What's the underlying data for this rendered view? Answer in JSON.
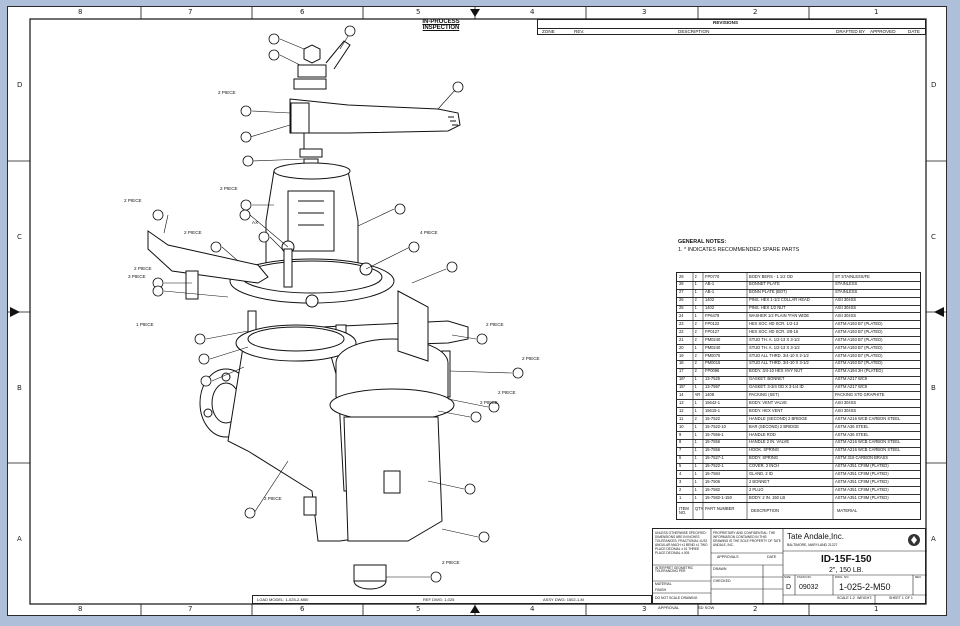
{
  "zones": {
    "columns": [
      "8",
      "7",
      "6",
      "5",
      "4",
      "3",
      "2",
      "1"
    ],
    "rows": [
      "D",
      "C",
      "B",
      "A"
    ]
  },
  "inspection": {
    "line1": "IN-PROCESS",
    "line2": "INSPECTION"
  },
  "revisions": {
    "title": "REVISIONS",
    "headers": {
      "zone": "ZONE",
      "rev": "REV.",
      "description": "DESCRIPTION",
      "drafted": "DRAFTED BY",
      "approved": "APPROVED",
      "date": "DATE"
    }
  },
  "general_notes": {
    "title": "GENERAL NOTES:",
    "line1": "1.  * INDICATES RECOMMENDED SPARE PARTS"
  },
  "callouts": {
    "piece_2": "2 PIECE",
    "piece_4": "4 PIECE",
    "piece_3": "3 PIECE",
    "piece_1": "1 PIECE",
    "ax": "AX"
  },
  "bom": {
    "header": {
      "item": "ITEM NO.",
      "qty": "QTY",
      "part": "PART NUMBER",
      "description": "DESCRIPTION",
      "material": "MATERIAL"
    },
    "rows": [
      {
        "item": "29",
        "qty": "2",
        "part": "FP0770",
        "desc": "BODY BERS - 1 1/2 OD",
        "mat": "ST STAINLESS/FE"
      },
      {
        "item": "28",
        "qty": "1",
        "part": "AB-1",
        "desc": "BONNET PLATE",
        "mat": "STAINLESS"
      },
      {
        "item": "27",
        "qty": "1",
        "part": "AB-1",
        "desc": "BONN PLATE (BOT)",
        "mat": "STAINLESS"
      },
      {
        "item": "26",
        "qty": "2",
        "part": "1402",
        "desc": "PINS. HEX 1-1/2 COLLAR HEAD",
        "mat": "AISI 304SS"
      },
      {
        "item": "25",
        "qty": "1",
        "part": "1402",
        "desc": "PINS. HEX 1/2 NUT",
        "mat": "AISI 304SS"
      },
      {
        "item": "24",
        "qty": "1",
        "part": "FP6478",
        "desc": "WASHER 1/2 PLAIN *FAN WIDE",
        "mat": "AISI 304SS"
      },
      {
        "item": "23",
        "qty": "2",
        "part": "FP0122",
        "desc": "HEX SOC HD SCR. 1/2-13",
        "mat": "ASTM A193 B7 (PLATED)"
      },
      {
        "item": "22",
        "qty": "2",
        "part": "FP0127",
        "desc": "HEX SOC HD SCR. 3/8-16",
        "mat": "ASTM A193 B7 (PLATED)"
      },
      {
        "item": "21",
        "qty": "2",
        "part": "PM0240",
        "desc": "STUD TH. A. 1/2-13 X 3-1/2",
        "mat": "ASTM A193 B7 (PLATED)"
      },
      {
        "item": "20",
        "qty": "1",
        "part": "PM0240",
        "desc": "STUD TH. A. 1/2-13 X 3-1/2",
        "mat": "ASTM A193 B7 (PLATED)"
      },
      {
        "item": "19",
        "qty": "2",
        "part": "PM0075",
        "desc": "STUD ALL THRD. 3/4-10 X 2-1/2",
        "mat": "ASTM A193 B7 (PLATED)"
      },
      {
        "item": "18",
        "qty": "2",
        "part": "PM0015",
        "desc": "STUD ALL THRD. 3/4-10 X 3-1/2",
        "mat": "ASTM A193 B7 (PLATED)"
      },
      {
        "item": "17",
        "qty": "2",
        "part": "FP0096",
        "desc": "BODY. 3/4-10 HEX HVY NUT",
        "mat": "ASTM A194 2H (PLATED)"
      },
      {
        "item": "16*",
        "qty": "1",
        "part": "13-7525",
        "desc": "GASKET. BONNET",
        "mat": "ASTM A217 WC9"
      },
      {
        "item": "15*",
        "qty": "1",
        "part": "13-7597",
        "desc": "GASKET. 3-3/4 OD X 3-1/4 ID",
        "mat": "ASTM A217 WC9"
      },
      {
        "item": "14",
        "qty": "AR",
        "part": "1408",
        "desc": "PACKING (SET)",
        "mat": "PACKING STD GRAPHITE"
      },
      {
        "item": "13",
        "qty": "1",
        "part": "15642-1",
        "desc": "BODY. VENT VALVE",
        "mat": "AISI 304SS"
      },
      {
        "item": "12",
        "qty": "1",
        "part": "15615-1",
        "desc": "BODY. HEX VENT",
        "mat": "AISI 304SS"
      },
      {
        "item": "11",
        "qty": "2",
        "part": "15-7522",
        "desc": "HANDLE (SECOND) 2 BRIDGE",
        "mat": "ASTM A216 WCB CARBON STEEL"
      },
      {
        "item": "10",
        "qty": "1",
        "part": "15-7522-10",
        "desc": "BAR (SECOND) 2 BRIDGE",
        "mat": "ASTM A36 STEEL"
      },
      {
        "item": "9",
        "qty": "1",
        "part": "15-7556-1",
        "desc": "HANDLE ROD",
        "mat": "ASTM A36 STEEL"
      },
      {
        "item": "8",
        "qty": "1",
        "part": "15-7556",
        "desc": "HANDLE 2 IN. VALVE",
        "mat": "ASTM A216 WCB CARBON STEEL"
      },
      {
        "item": "7",
        "qty": "1",
        "part": "15-7556",
        "desc": "HOOK. SPRING",
        "mat": "ASTM A216 WCB CARBON STEEL"
      },
      {
        "item": "6",
        "qty": "1",
        "part": "15-7527-1",
        "desc": "BODY. SPRING",
        "mat": "ASTM 316 CARBON BRASS"
      },
      {
        "item": "5",
        "qty": "1",
        "part": "15-7522-1",
        "desc": "COVER. 2 INCH",
        "mat": "ASTM A351 CF8M (PLATED)"
      },
      {
        "item": "4",
        "qty": "1",
        "part": "15-7584",
        "desc": "GLAND. 2 ID",
        "mat": "ASTM A351 CF8M (PLATED)"
      },
      {
        "item": "3",
        "qty": "1",
        "part": "15-7506",
        "desc": "2 BONNET",
        "mat": "ASTM A351 CF8M (PLATED)"
      },
      {
        "item": "2",
        "qty": "1",
        "part": "15-7582",
        "desc": "2 PLUG",
        "mat": "ASTM A351 CF8M (PLATED)"
      },
      {
        "item": "1",
        "qty": "1",
        "part": "15-7582-1-150",
        "desc": "BODY. 2 IN. 150 LB",
        "mat": "ASTM A351 CF8M (PLATED)"
      }
    ]
  },
  "title_block": {
    "notice": "UNLESS OTHERWISE SPECIFIED: DIMENSIONS ARE IN INCHES TOLERANCES: FRACTIONAL ±1/32 ANGULAR MACH ±1 BEND ±1 TWO PLACE DECIMAL ±.01 THREE PLACE DECIMAL ±.005",
    "proprietary": "PROPRIETARY AND CONFIDENTIAL: THE INFORMATION CONTAINED IN THIS DRAWING IS THE SOLE PROPERTY OF TATE ANDALE, INC.",
    "interpret": "INTERPRET GEOMETRIC TOLERANCING PER",
    "material_label": "MATERIAL",
    "finish_label": "FINISH",
    "do_not_scale": "DO NOT SCALE DRAWING",
    "approvals_label": "APPROVALS",
    "date_label": "DATE",
    "drawn_label": "DRAWN",
    "checked_label": "CHECKED",
    "company": "Tate Andale,Inc.",
    "company_sub": "BALTIMORE, MARYLAND 21227",
    "title": "ID-15F-150",
    "subtitle": "2\", 150 LB.",
    "size_label": "SIZE",
    "size": "D",
    "fscm_label": "FSCM NO.",
    "fscm": "09032",
    "dwg_label": "DWG. NO.",
    "dwg": "1-025-2-M50",
    "rev_label": "REV",
    "scale": "SCALE 1:2",
    "weight": "WEIGHT:",
    "sheet": "SHEET 1 OF 1"
  },
  "bottom_strip": {
    "load": "LOAD MODEL: 1-025-2-M50",
    "ref": "REF DWG: 1-025",
    "assy": "ASSY DWG: 1502-1-M",
    "approval": "APPROVAL",
    "sd": "SD SOW"
  }
}
